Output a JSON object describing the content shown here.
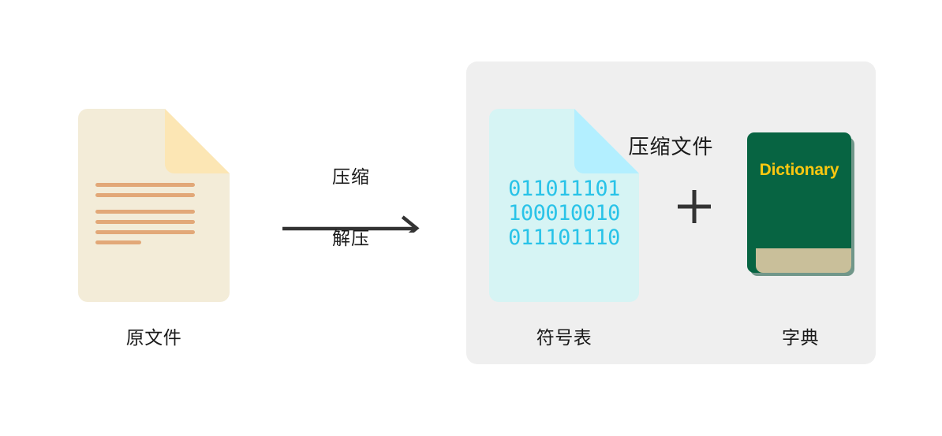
{
  "diagram": {
    "title_hidden": "",
    "original": {
      "caption": "原文件",
      "icon_name": "document-icon",
      "colors": {
        "page": "#f3ecd8",
        "fold": "#fce6b4",
        "lines": "#e2a878"
      },
      "text_line_count": 6
    },
    "arrows": {
      "forward_label": "压缩",
      "backward_label": "解压",
      "color": "#333333"
    },
    "compressed": {
      "panel_title": "压缩文件",
      "panel_color": "#efefef",
      "symbol_table": {
        "caption": "符号表",
        "icon_name": "binary-document-icon",
        "binary_rows": [
          "011011101",
          "100010010",
          "011101110"
        ],
        "colors": {
          "page": "#d6f4f4",
          "fold": "#b3efff",
          "text": "#29c3e8"
        }
      },
      "operator": {
        "symbol": "+",
        "icon_name": "plus-icon"
      },
      "dictionary": {
        "caption": "字典",
        "cover_title": "Dictionary",
        "icon_name": "book-icon",
        "colors": {
          "cover": "#076442",
          "title": "#fcc810",
          "pages": "#c9bf9a"
        }
      }
    }
  }
}
